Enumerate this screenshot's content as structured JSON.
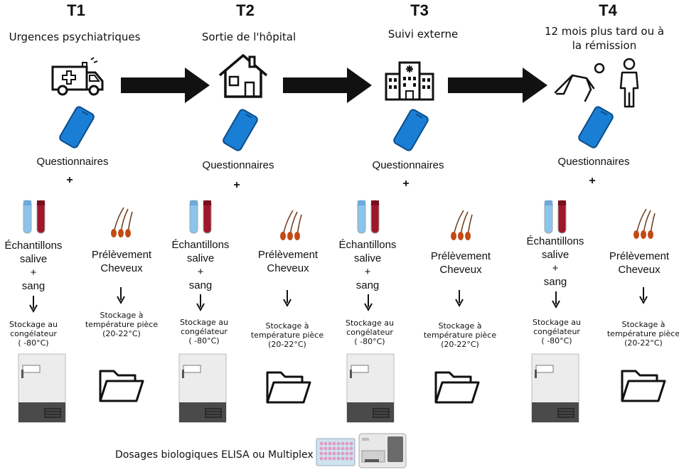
{
  "timepoints": [
    {
      "label": "T1",
      "stage": "Urgences psychiatriques",
      "stage_icon": "ambulance-icon"
    },
    {
      "label": "T2",
      "stage": "Sortie de l'hôpital",
      "stage_icon": "house-icon"
    },
    {
      "label": "T3",
      "stage": "Suivi externe",
      "stage_icon": "hospital-icon"
    },
    {
      "label": "T4",
      "stage": "12 mois plus tard ou à la rémission",
      "stage_icon": "recovery-person-icon"
    }
  ],
  "questionnaires": "Questionnaires",
  "plus": "+",
  "sample_blood": {
    "line1": "Échantillons",
    "line2": "salive",
    "plus": "+",
    "line3": "sang"
  },
  "sample_hair": {
    "line1": "Prélèvement",
    "line2": "Cheveux"
  },
  "storage_freezer": {
    "line1": "Stockage au",
    "line2": "congélateur",
    "line3": "( -80°C)"
  },
  "storage_room": {
    "line1": "Stockage à",
    "line2": "température pièce",
    "line3": "(20-22°C)"
  },
  "assay": "Dosages biologiques ELISA ou Multiplex",
  "colors": {
    "phone": "#1a7fd4",
    "tube_blue": "#8cc4ee",
    "tube_red": "#a0172a",
    "arrow": "#111111",
    "freezer": "#e6e6e6"
  }
}
